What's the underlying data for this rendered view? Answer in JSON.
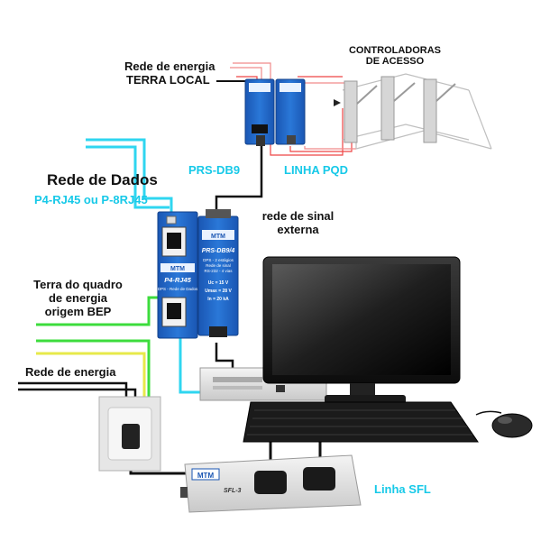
{
  "labels": {
    "rede_energia_top": "Rede de energia",
    "terra_local": "TERRA LOCAL",
    "controladoras_line1": "CONTROLADORAS",
    "controladoras_line2": "DE ACESSO",
    "prs_db9": "PRS-DB9",
    "linha_pqd": "LINHA PQD",
    "rede_dados": "Rede de Dados",
    "p4_rj45": "P4-RJ45 ou P-8RJ45",
    "rede_sinal_line1": "rede de sinal",
    "rede_sinal_line2": "externa",
    "terra_quadro_line1": "Terra do quadro",
    "terra_quadro_line2": "de energia",
    "terra_quadro_line3": "origem BEP",
    "rede_energia_bottom": "Rede de energia",
    "linha_sfl": "Linha SFL"
  },
  "devices": {
    "p4_name": "P4-RJ45",
    "p4_subtitle": "DPS - Rede de Dados",
    "prs_name": "PRS-DB9/4",
    "prs_spec1": "DPS - 2 estágios",
    "prs_spec2": "Rede de sinal",
    "prs_spec3": "RS-232 - 4 vias",
    "prs_uc": "Uc = 15 V",
    "prs_umax": "Umax = 28 V",
    "prs_in": "In = 20 kA",
    "sfl_name": "SFL-3",
    "brand": "MTM"
  },
  "colors": {
    "cyan_label": "#17c9e8",
    "device_blue": "#1e63c4",
    "green_wire": "#3ddc3d",
    "red_wire": "#e03030",
    "cyan_wire": "#2fd6f0"
  }
}
